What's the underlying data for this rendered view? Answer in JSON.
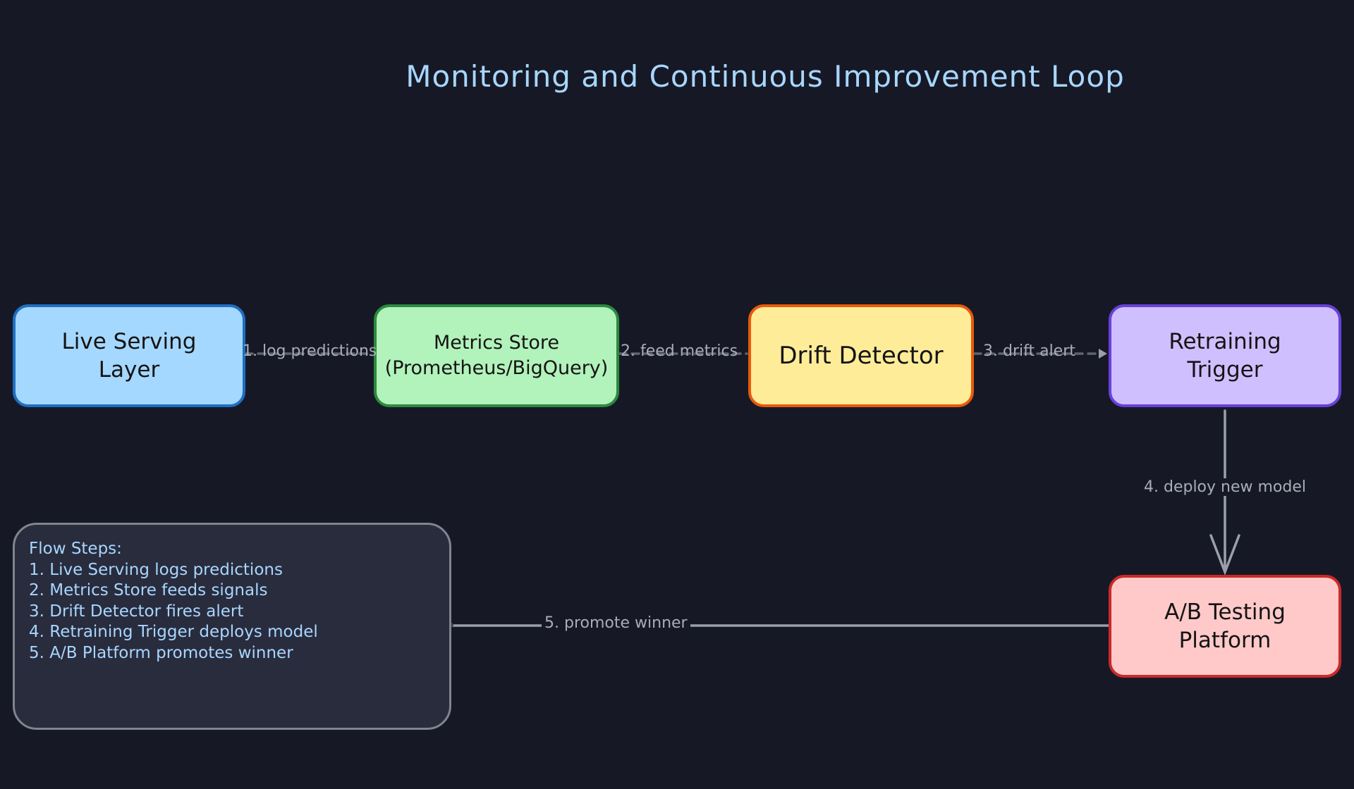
{
  "title": "Monitoring and Continuous Improvement Loop",
  "nodes": {
    "live_serving": "Live Serving\nLayer",
    "metrics_store": "Metrics Store\n(Prometheus/BigQuery)",
    "drift_detector": "Drift Detector",
    "retraining_trigger": "Retraining\nTrigger",
    "ab_testing": "A/B Testing\nPlatform"
  },
  "edges": {
    "e1": "1. log predictions",
    "e2": "2. feed metrics",
    "e3": "3. drift alert",
    "e4": "4. deploy new model",
    "e5": "5. promote winner"
  },
  "notes": {
    "heading": "Flow Steps:",
    "steps": [
      "1. Live Serving logs predictions",
      "2. Metrics Store feeds signals",
      "3. Drift Detector fires alert",
      "4. Retraining Trigger deploys model",
      "5. A/B Platform promotes winner"
    ]
  },
  "colors": {
    "background": "#161925",
    "title": "#a8d6ff",
    "edge": "#9aa0aa"
  }
}
